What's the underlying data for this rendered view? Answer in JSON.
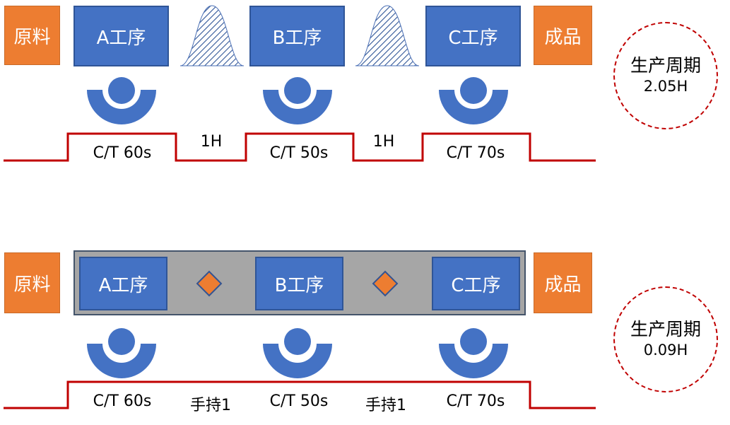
{
  "top": {
    "raw_material": "原料",
    "product": "成品",
    "processes": [
      "A工序",
      "B工序",
      "C工序"
    ],
    "cycle_times": [
      "C/T 60s",
      "C/T 50s",
      "C/T 70s"
    ],
    "waits": [
      "1H",
      "1H"
    ],
    "lead_time_title": "生产周期",
    "lead_time_value": "2.05H"
  },
  "bottom": {
    "raw_material": "原料",
    "product": "成品",
    "processes": [
      "A工序",
      "B工序",
      "C工序"
    ],
    "cycle_times": [
      "C/T 60s",
      "C/T 50s",
      "C/T 70s"
    ],
    "handoffs": [
      "手持1",
      "手持1"
    ],
    "lead_time_title": "生产周期",
    "lead_time_value": "0.09H"
  },
  "colors": {
    "orange": "#ED7D31",
    "blue": "#4472C4",
    "line_red": "#C00000",
    "gray_band": "#A6A6A6"
  }
}
